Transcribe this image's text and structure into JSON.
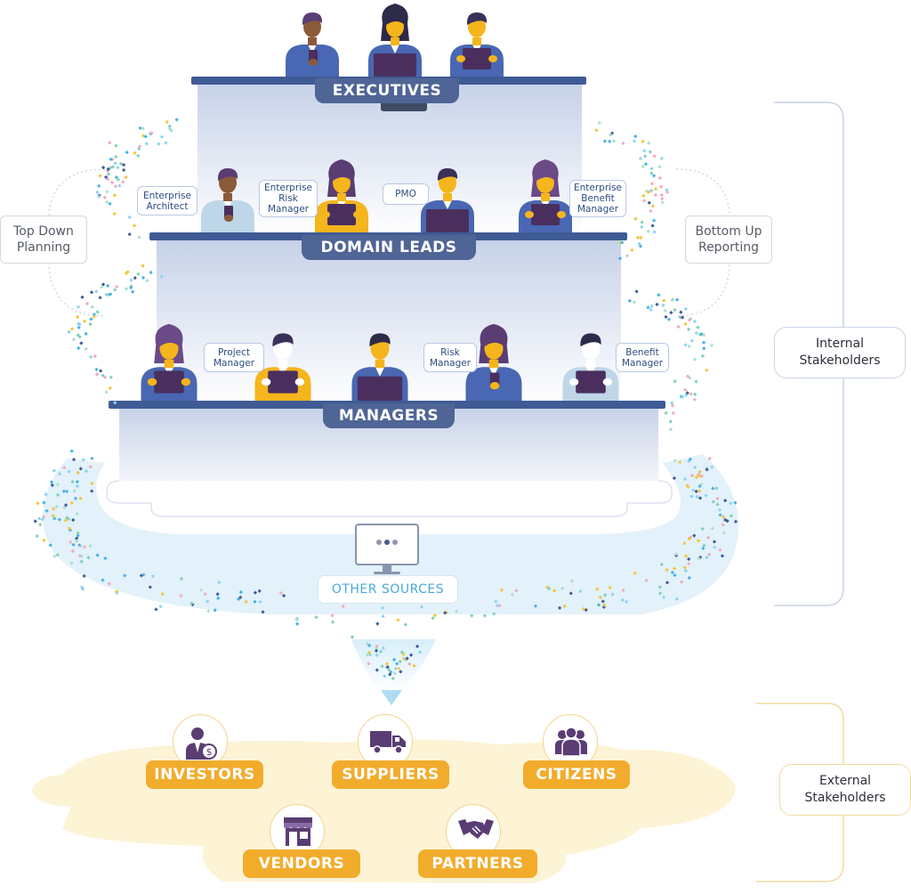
{
  "tiers": {
    "executives": "EXECUTIVES",
    "domain_leads": "DOMAIN LEADS",
    "managers": "MANAGERS"
  },
  "roles": {
    "enterprise_architect": "Enterprise\nArchitect",
    "enterprise_risk_manager": "Enterprise\nRisk\nManager",
    "pmo": "PMO",
    "enterprise_benefit_manager": "Enterprise\nBenefit\nManager",
    "project_manager": "Project\nManager",
    "risk_manager": "Risk\nManager",
    "benefit_manager": "Benefit\nManager"
  },
  "flows": {
    "top_down": "Top Down\nPlanning",
    "bottom_up": "Bottom Up\nReporting"
  },
  "other_sources": "OTHER SOURCES",
  "stakeholder_groups": {
    "internal": "Internal\nStakeholders",
    "external": "External\nStakeholders"
  },
  "external": {
    "investors": "INVESTORS",
    "suppliers": "SUPPLIERS",
    "citizens": "CITIZENS",
    "vendors": "VENDORS",
    "partners": "PARTNERS"
  },
  "icons": {
    "investors": "investor-icon",
    "suppliers": "truck-icon",
    "citizens": "group-icon",
    "vendors": "store-icon",
    "partners": "handshake-icon",
    "other_sources": "monitor-icon"
  },
  "colors": {
    "tier_label": "#4f6596",
    "desk": "#3f5b95",
    "external_label": "#f2ac2c",
    "other_sources_text": "#49a9dd",
    "role_text": "#2b4d82"
  }
}
